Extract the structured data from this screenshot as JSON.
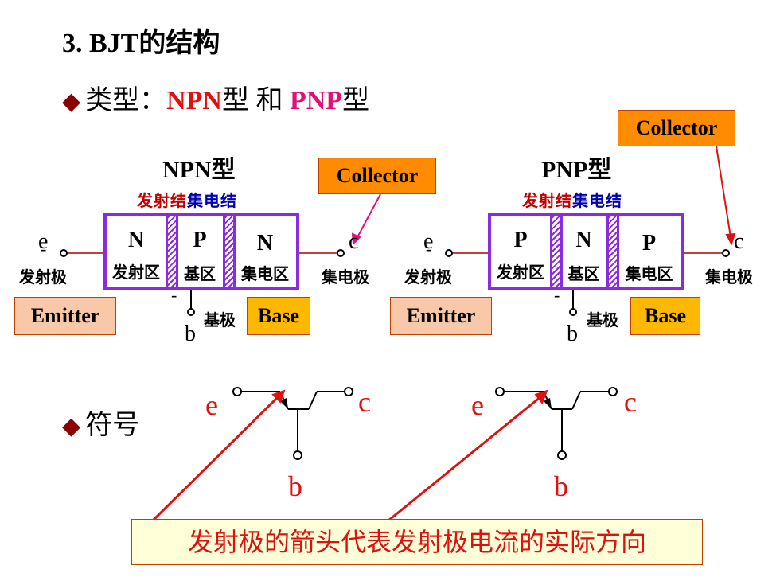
{
  "title": "3. BJT的结构",
  "type_line": {
    "prefix": "类型：",
    "npn": "NPN",
    "mid": "型 和 ",
    "pnp": "PNP",
    "suffix": "型"
  },
  "npn": {
    "heading": "NPN型",
    "junction_emitter": "发射结",
    "junction_collector": "集电结",
    "regions": [
      {
        "letter": "N",
        "name": "发射区"
      },
      {
        "letter": "P",
        "name": "基区"
      },
      {
        "letter": "N",
        "name": "集电区"
      }
    ],
    "emitter_letter": "e",
    "emitter_name": "发射极",
    "collector_letter": "c",
    "collector_name": "集电极",
    "base_letter": "b",
    "base_name": "基极",
    "minus_e": "-",
    "minus_b": "-"
  },
  "pnp": {
    "heading": "PNP型",
    "junction_emitter": "发射结",
    "junction_collector": "集电结",
    "regions": [
      {
        "letter": "P",
        "name": "发射区"
      },
      {
        "letter": "N",
        "name": "基区"
      },
      {
        "letter": "P",
        "name": "集电区"
      }
    ],
    "emitter_letter": "e",
    "emitter_name": "发射极",
    "collector_letter": "c",
    "collector_name": "集电极",
    "base_letter": "b",
    "base_name": "基极",
    "minus_e": "-",
    "minus_b": "-"
  },
  "labels": {
    "collector": "Collector",
    "emitter": "Emitter",
    "base": "Base"
  },
  "symbol": {
    "heading": "符号",
    "e": "e",
    "c": "c",
    "b": "b"
  },
  "note": "发射极的箭头代表发射极电流的实际方向",
  "colors": {
    "purple": "#8a2be2",
    "red": "#e01010",
    "dark_red": "#8b0000",
    "blue": "#0000b0",
    "orange": "#ff8c00",
    "pink": "#e0107a"
  }
}
